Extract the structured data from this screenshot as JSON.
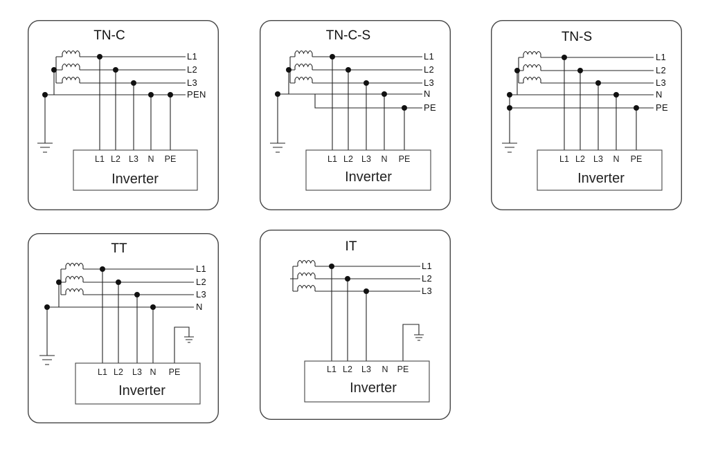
{
  "panels": [
    {
      "id": "tn-c",
      "title": "TN-C",
      "lines": [
        "L1",
        "L2",
        "L3",
        "PEN"
      ],
      "terminals": [
        "L1",
        "L2",
        "L3",
        "N",
        "PE"
      ],
      "inverter": "Inverter"
    },
    {
      "id": "tn-c-s",
      "title": "TN-C-S",
      "lines": [
        "L1",
        "L2",
        "L3",
        "N",
        "PE"
      ],
      "terminals": [
        "L1",
        "L2",
        "L3",
        "N",
        "PE"
      ],
      "inverter": "Inverter"
    },
    {
      "id": "tn-s",
      "title": "TN-S",
      "lines": [
        "L1",
        "L2",
        "L3",
        "N",
        "PE"
      ],
      "terminals": [
        "L1",
        "L2",
        "L3",
        "N",
        "PE"
      ],
      "inverter": "Inverter"
    },
    {
      "id": "tt",
      "title": "TT",
      "lines": [
        "L1",
        "L2",
        "L3",
        "N"
      ],
      "terminals": [
        "L1",
        "L2",
        "L3",
        "N",
        "PE"
      ],
      "inverter": "Inverter"
    },
    {
      "id": "it",
      "title": "IT",
      "lines": [
        "L1",
        "L2",
        "L3"
      ],
      "terminals": [
        "L1",
        "L2",
        "L3",
        "N",
        "PE"
      ],
      "inverter": "Inverter"
    }
  ]
}
